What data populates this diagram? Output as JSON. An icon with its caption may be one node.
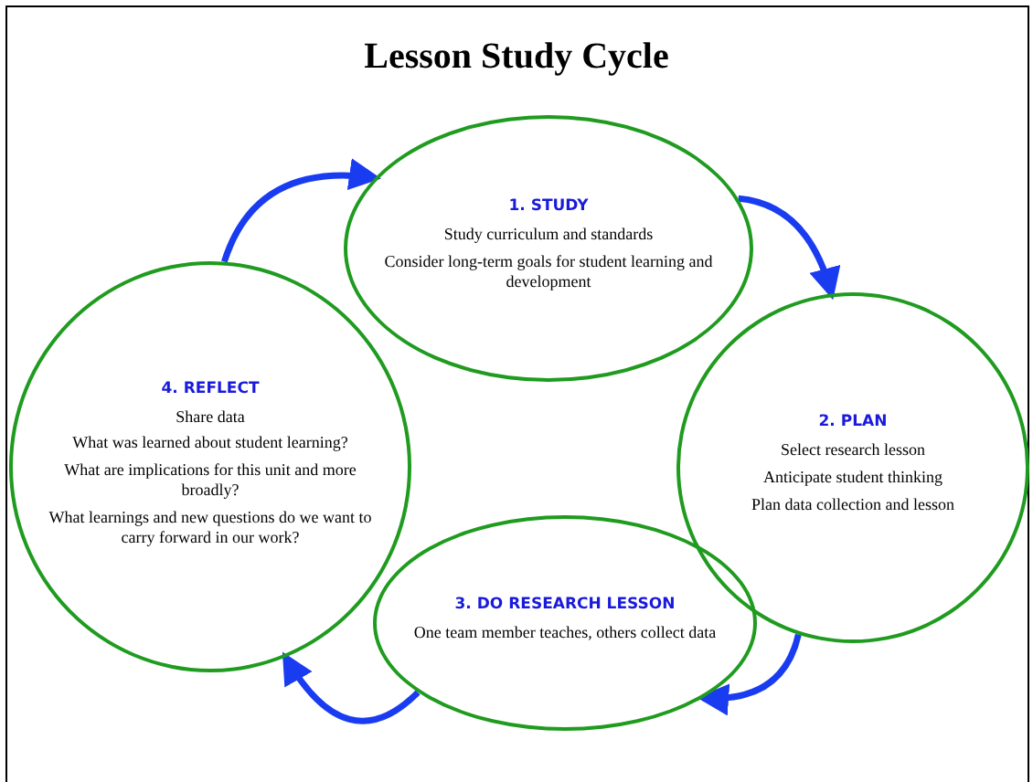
{
  "diagram": {
    "title": "Lesson Study Cycle",
    "nodes": [
      {
        "text": [
          "1. STUDY",
          "Study curriculum and standards",
          "Consider long-term goals for student learning and development"
        ]
      },
      {
        "text": [
          "2. PLAN",
          "Select research lesson",
          "Anticipate student thinking",
          "Plan data collection and  lesson"
        ]
      },
      {
        "text": [
          "3. DO RESEARCH LESSON",
          "One team member teaches, others collect  data"
        ]
      },
      {
        "text": [
          "4. REFLECT",
          "Share data",
          "What was learned about student learning?",
          "What are implications for this unit and more broadly?",
          "What learnings and new questions do we want to carry forward in our work?"
        ]
      }
    ],
    "edges": [
      {
        "from": 3,
        "to": 0,
        "arrow": "to"
      },
      {
        "from": 0,
        "to": 1,
        "arrow": "to"
      },
      {
        "from": 1,
        "to": 2,
        "arrow": "to"
      },
      {
        "from": 2,
        "to": 3,
        "arrow": "to"
      }
    ]
  }
}
